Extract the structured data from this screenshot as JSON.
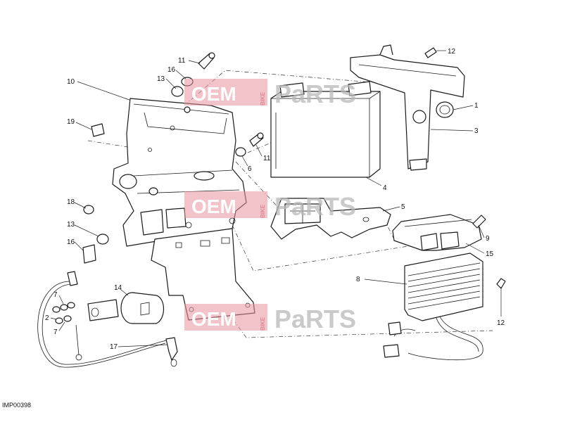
{
  "diagram_code": "IMP00398",
  "watermark": {
    "brand_left": "OEM",
    "brand_side": "BIKE",
    "brand_right": "PaRTS"
  },
  "callouts": [
    "11",
    "16",
    "13",
    "10",
    "19",
    "18",
    "13",
    "16",
    "7",
    "2",
    "7",
    "14",
    "17",
    "6",
    "11",
    "12",
    "1",
    "3",
    "4",
    "5",
    "9",
    "15",
    "8",
    "12"
  ],
  "colors": {
    "line": "#1a1a1a",
    "watermark_pink": "#e8919a",
    "watermark_gray": "#b9b9b9"
  }
}
